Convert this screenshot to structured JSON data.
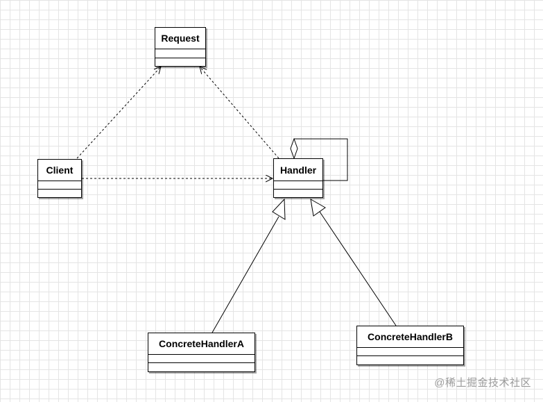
{
  "diagram": {
    "classes": {
      "request": {
        "name": "Request"
      },
      "client": {
        "name": "Client"
      },
      "handler": {
        "name": "Handler"
      },
      "concrete_a": {
        "name": "ConcreteHandlerA"
      },
      "concrete_b": {
        "name": "ConcreteHandlerB"
      }
    },
    "relationships": [
      {
        "from": "Client",
        "to": "Request",
        "type": "dependency"
      },
      {
        "from": "Handler",
        "to": "Request",
        "type": "dependency"
      },
      {
        "from": "Client",
        "to": "Handler",
        "type": "dependency"
      },
      {
        "from": "Handler",
        "to": "Handler",
        "type": "aggregation"
      },
      {
        "from": "ConcreteHandlerA",
        "to": "Handler",
        "type": "generalization"
      },
      {
        "from": "ConcreteHandlerB",
        "to": "Handler",
        "type": "generalization"
      }
    ]
  },
  "watermark": {
    "text": "@稀土掘金技术社区"
  }
}
